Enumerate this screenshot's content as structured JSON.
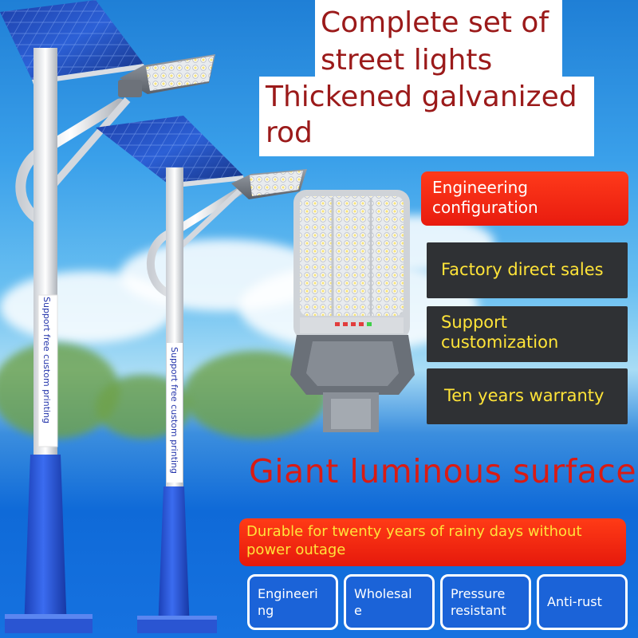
{
  "headline": {
    "line1": "Complete set of",
    "line2": "street lights",
    "line3": "Thickened galvanized",
    "line4": "rod"
  },
  "features": {
    "engineering_config": {
      "line1": "Engineering",
      "line2": "configuration"
    },
    "factory": "Factory direct sales",
    "support": {
      "line1": "Support",
      "line2": "customization"
    },
    "warranty": "Ten years warranty"
  },
  "giant_surface": "Giant luminous surface",
  "durable_banner": {
    "line1": "Durable for twenty years of rainy days without",
    "line2": "power outage"
  },
  "tags": [
    {
      "line1": "Engineeri",
      "line2": "ng"
    },
    {
      "line1": "Wholesal",
      "line2": "e"
    },
    {
      "line1": "Pressure",
      "line2": "resistant"
    },
    {
      "line1": "Anti-rust",
      "line2": ""
    }
  ],
  "pole_label_left": "Support free custom printing",
  "pole_label_right": "Support free custom printing",
  "colors": {
    "title_red": "#9b1a1a",
    "accent_red": "#e81b0f",
    "feature_yellow": "#ffe438",
    "pole_blue": "#1f4fd0",
    "tag_blue": "#1b63d8"
  }
}
